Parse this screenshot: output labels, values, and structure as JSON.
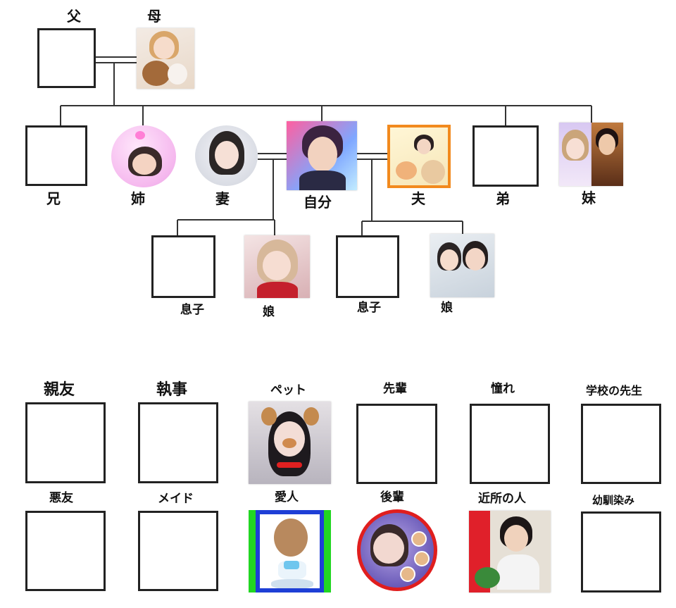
{
  "family": {
    "father": "父",
    "mother": "母",
    "older_brother": "兄",
    "older_sister": "姉",
    "wife": "妻",
    "self": "自分",
    "husband": "夫",
    "younger_brother": "弟",
    "younger_sister": "妹",
    "son_1": "息子",
    "daughter_1": "娘",
    "son_2": "息子",
    "daughter_2": "娘"
  },
  "relations": {
    "best_friend": "親友",
    "butler": "執事",
    "pet": "ペット",
    "senior": "先輩",
    "crush": "憧れ",
    "teacher": "学校の先生",
    "bad_friend": "悪友",
    "maid": "メイド",
    "lover": "愛人",
    "junior": "後輩",
    "neighbor": "近所の人",
    "childhood_friend": "幼馴染み"
  },
  "colors": {
    "husband_frame": "#f28a1e",
    "lover_frame_outer": "#22d622",
    "lover_frame_inner": "#1e3fd6",
    "junior_frame": "#e01e1e"
  }
}
